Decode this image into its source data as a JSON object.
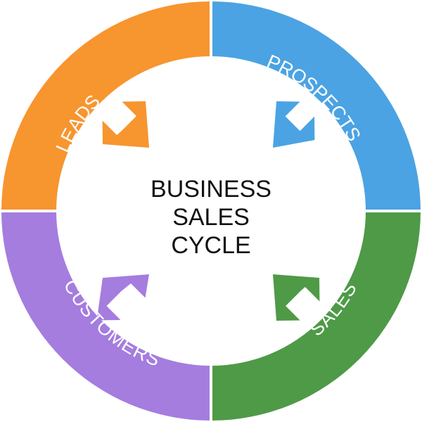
{
  "center": {
    "lines": [
      "BUSINESS",
      "SALES",
      "CYCLE"
    ]
  },
  "segments": [
    {
      "id": "leads",
      "label": "LEADS",
      "color": "#F7952F"
    },
    {
      "id": "prospects",
      "label": "PROSPECTS",
      "color": "#4BA3E3"
    },
    {
      "id": "sales",
      "label": "SALES",
      "color": "#4E9A47"
    },
    {
      "id": "customers",
      "label": "CUSTOMERS",
      "color": "#A47DDF"
    }
  ]
}
